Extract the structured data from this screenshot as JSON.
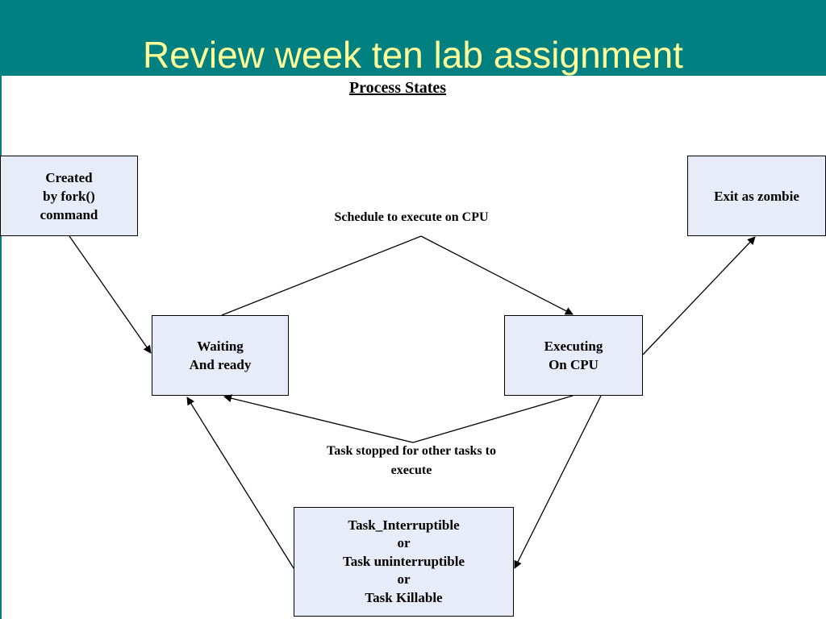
{
  "slide": {
    "title": "Review week ten lab assignment"
  },
  "diagram": {
    "title": "Process States",
    "nodes": {
      "created": {
        "lines": [
          "Created",
          "by fork()",
          "command"
        ]
      },
      "exit": {
        "lines": [
          "Exit as zombie"
        ]
      },
      "waiting": {
        "lines": [
          "Waiting",
          "And ready"
        ]
      },
      "executing": {
        "lines": [
          "Executing",
          "On CPU"
        ]
      },
      "sleeping": {
        "lines": [
          "Task_Interruptible",
          "or",
          "Task uninterruptible",
          "or",
          "Task Killable"
        ]
      }
    },
    "edge_labels": {
      "schedule": "Schedule to execute on CPU",
      "preempt": [
        "Task stopped for other tasks to",
        "execute"
      ]
    }
  }
}
